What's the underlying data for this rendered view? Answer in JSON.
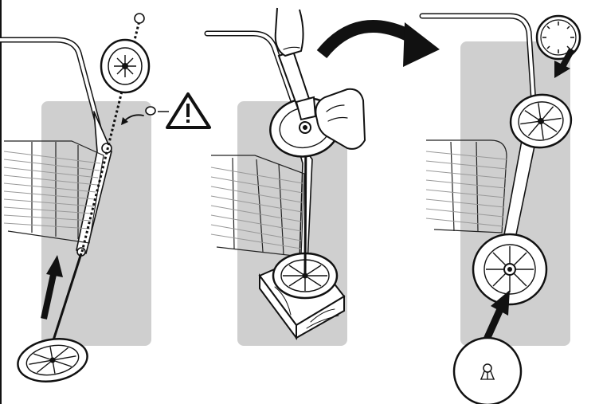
{
  "figure": {
    "panels": [
      {
        "id": "step-1",
        "background": "#cfcfcf"
      },
      {
        "id": "step-2",
        "background": "#cfcfcf"
      },
      {
        "id": "step-3",
        "background": "#cfcfcf"
      }
    ],
    "icons": [
      "warning-triangle-icon",
      "curved-arrow-icon",
      "straight-arrow-icon",
      "wheel-icon",
      "hubcap-icon",
      "wood-block-icon",
      "glove-hand-icon",
      "hammer-icon"
    ],
    "colors": {
      "panel": "#cfcfcf",
      "ink": "#111111",
      "warning_fill": "#ffffff"
    }
  }
}
